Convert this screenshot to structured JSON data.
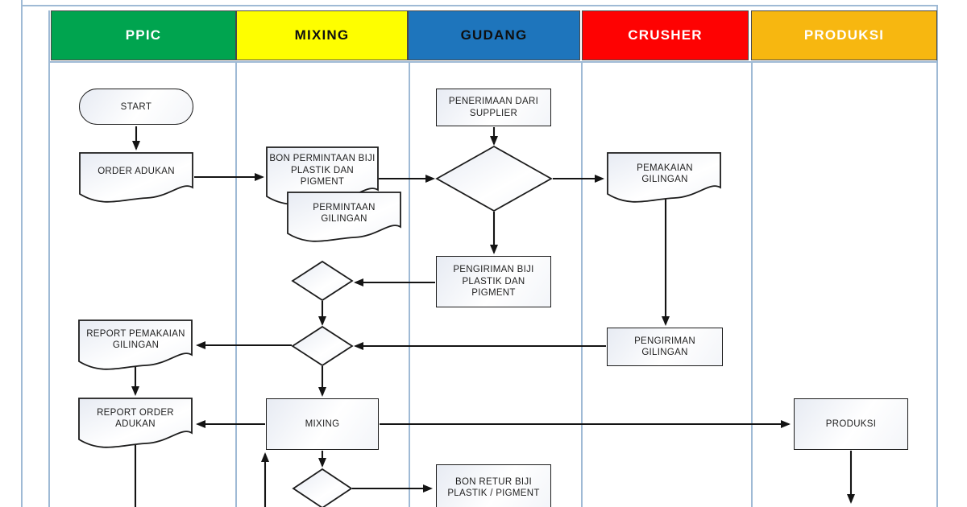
{
  "diagram": {
    "kind": "swimlane-flowchart",
    "style": {
      "line_color": "#141414",
      "frame_color": "#9fbad5",
      "shape_fill": "#eef1f6"
    }
  },
  "lanes": [
    {
      "label": "PPIC",
      "color": "#00A44F",
      "text_color": "#ffffff"
    },
    {
      "label": "MIXING",
      "color": "#FEFE00",
      "text_color": "#101010"
    },
    {
      "label": "GUDANG",
      "color": "#1E75BC",
      "text_color": "#0f0f0f"
    },
    {
      "label": "CRUSHER",
      "color": "#FE0202",
      "text_color": "#ffffff"
    },
    {
      "label": "PRODUKSI",
      "color": "#F7B710",
      "text_color": "#ffffff"
    }
  ],
  "nodes": {
    "start": "START",
    "order_adukan": "ORDER ADUKAN",
    "bon_permintaan": "BON PERMINTAAN BIJI PLASTIK DAN PIGMENT",
    "permintaan_gilingan": "PERMINTAAN GILINGAN",
    "penerimaan_supplier": "PENERIMAAN DARI SUPPLIER",
    "pengiriman_biji": "PENGIRIMAN BIJI PLASTIK DAN PIGMENT",
    "pemakaian_gilingan": "PEMAKAIAN GILINGAN",
    "pengiriman_gilingan": "PENGIRIMAN GILINGAN",
    "report_pemakaian": "REPORT PEMAKAIAN GILINGAN",
    "report_order": "REPORT ORDER ADUKAN",
    "mixing": "MIXING",
    "produksi": "PRODUKSI",
    "bon_retur": "BON RETUR BIJI PLASTIK / PIGMENT"
  }
}
